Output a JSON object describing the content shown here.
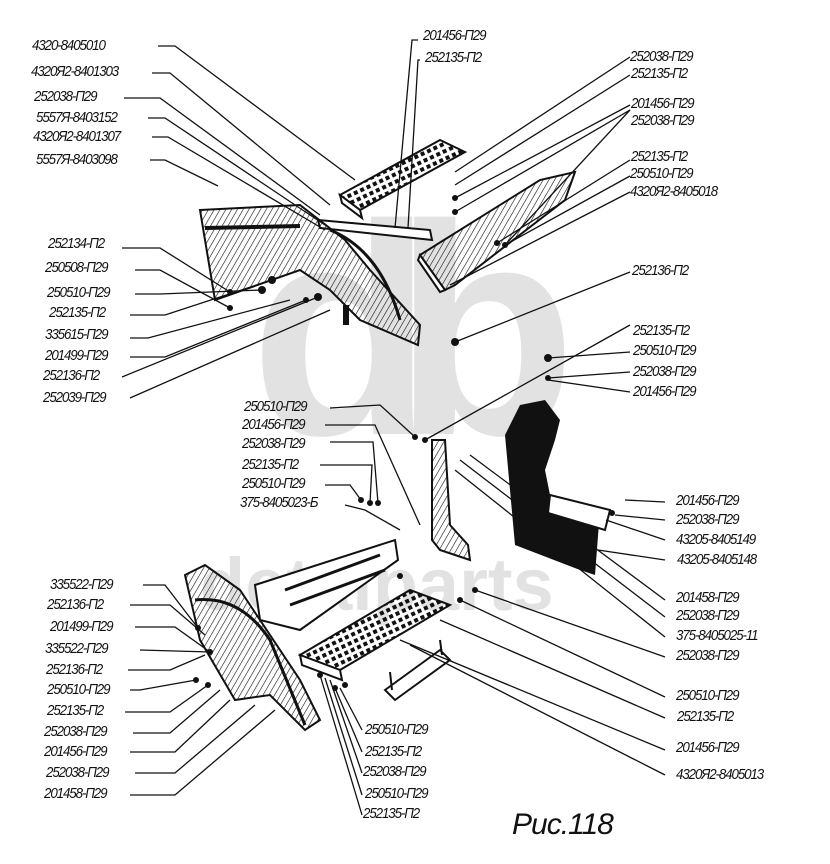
{
  "figure": {
    "caption": "Рис.118",
    "watermark_text": "detalparts",
    "watermark_logo": "db",
    "colors": {
      "ink": "#111111",
      "watermark": "#c8c8c8",
      "background": "#ffffff"
    }
  },
  "labels": {
    "top_left": [
      "4320-8405010",
      "4320Я2-8401303",
      "252038-П29",
      "5557Я-8403152",
      "4320Я2-8401307",
      "5557Я-8403098"
    ],
    "top_center": [
      "201456-П29",
      "252135-П2"
    ],
    "top_right": [
      "252038-П29",
      "252135-П2",
      "201456-П29",
      "252038-П29",
      "252135-П2",
      "250510-П29",
      "4320Я2-8405018"
    ],
    "mid_left": [
      "252134-П2",
      "250508-П29",
      "250510-П29",
      "252135-П2",
      "335615-П29",
      "201499-П29",
      "252136-П2",
      "252039-П29"
    ],
    "mid_right": [
      "252136-П2",
      "252135-П2",
      "250510-П29",
      "252038-П29",
      "201456-П29"
    ],
    "center": [
      "250510-П29",
      "201456-П29",
      "252038-П29",
      "252135-П2",
      "250510-П29",
      "375-8405023-Б"
    ],
    "lower_right": [
      "201456-П29",
      "252038-П29",
      "43205-8405149",
      "43205-8405148",
      "201458-П29",
      "252038-П29",
      "375-8405025-11",
      "252038-П29",
      "250510-П29",
      "252135-П2",
      "201456-П29",
      "4320Я2-8405013"
    ],
    "bottom_left": [
      "335522-П29",
      "252136-П2",
      "201499-П29",
      "335522-П29",
      "252136-П2",
      "250510-П29",
      "252135-П2",
      "252038-П29",
      "201456-П29",
      "252038-П29",
      "201458-П29"
    ],
    "bottom_center": [
      "250510-П29",
      "252135-П2",
      "252038-П29",
      "250510-П29",
      "252135-П2"
    ]
  }
}
